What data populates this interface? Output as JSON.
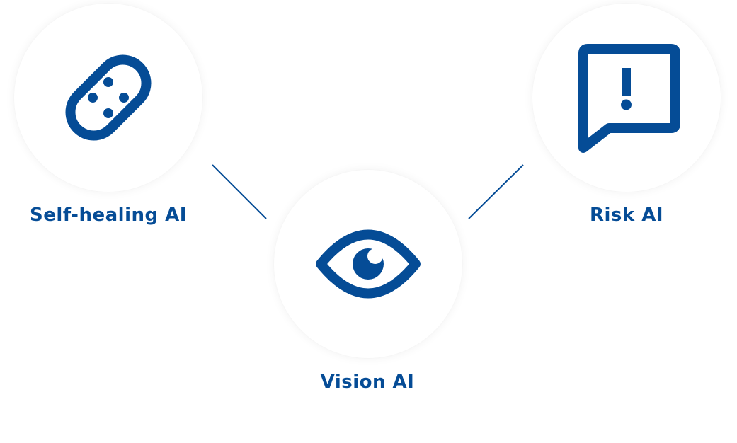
{
  "accent_color": "#054c96",
  "nodes": [
    {
      "id": "self-healing",
      "label": "Self-healing AI",
      "icon": "bandage-icon"
    },
    {
      "id": "vision",
      "label": "Vision AI",
      "icon": "eye-icon"
    },
    {
      "id": "risk",
      "label": "Risk AI",
      "icon": "alert-message-icon"
    }
  ],
  "connections": [
    {
      "from": "self-healing",
      "to": "vision"
    },
    {
      "from": "vision",
      "to": "risk"
    }
  ]
}
